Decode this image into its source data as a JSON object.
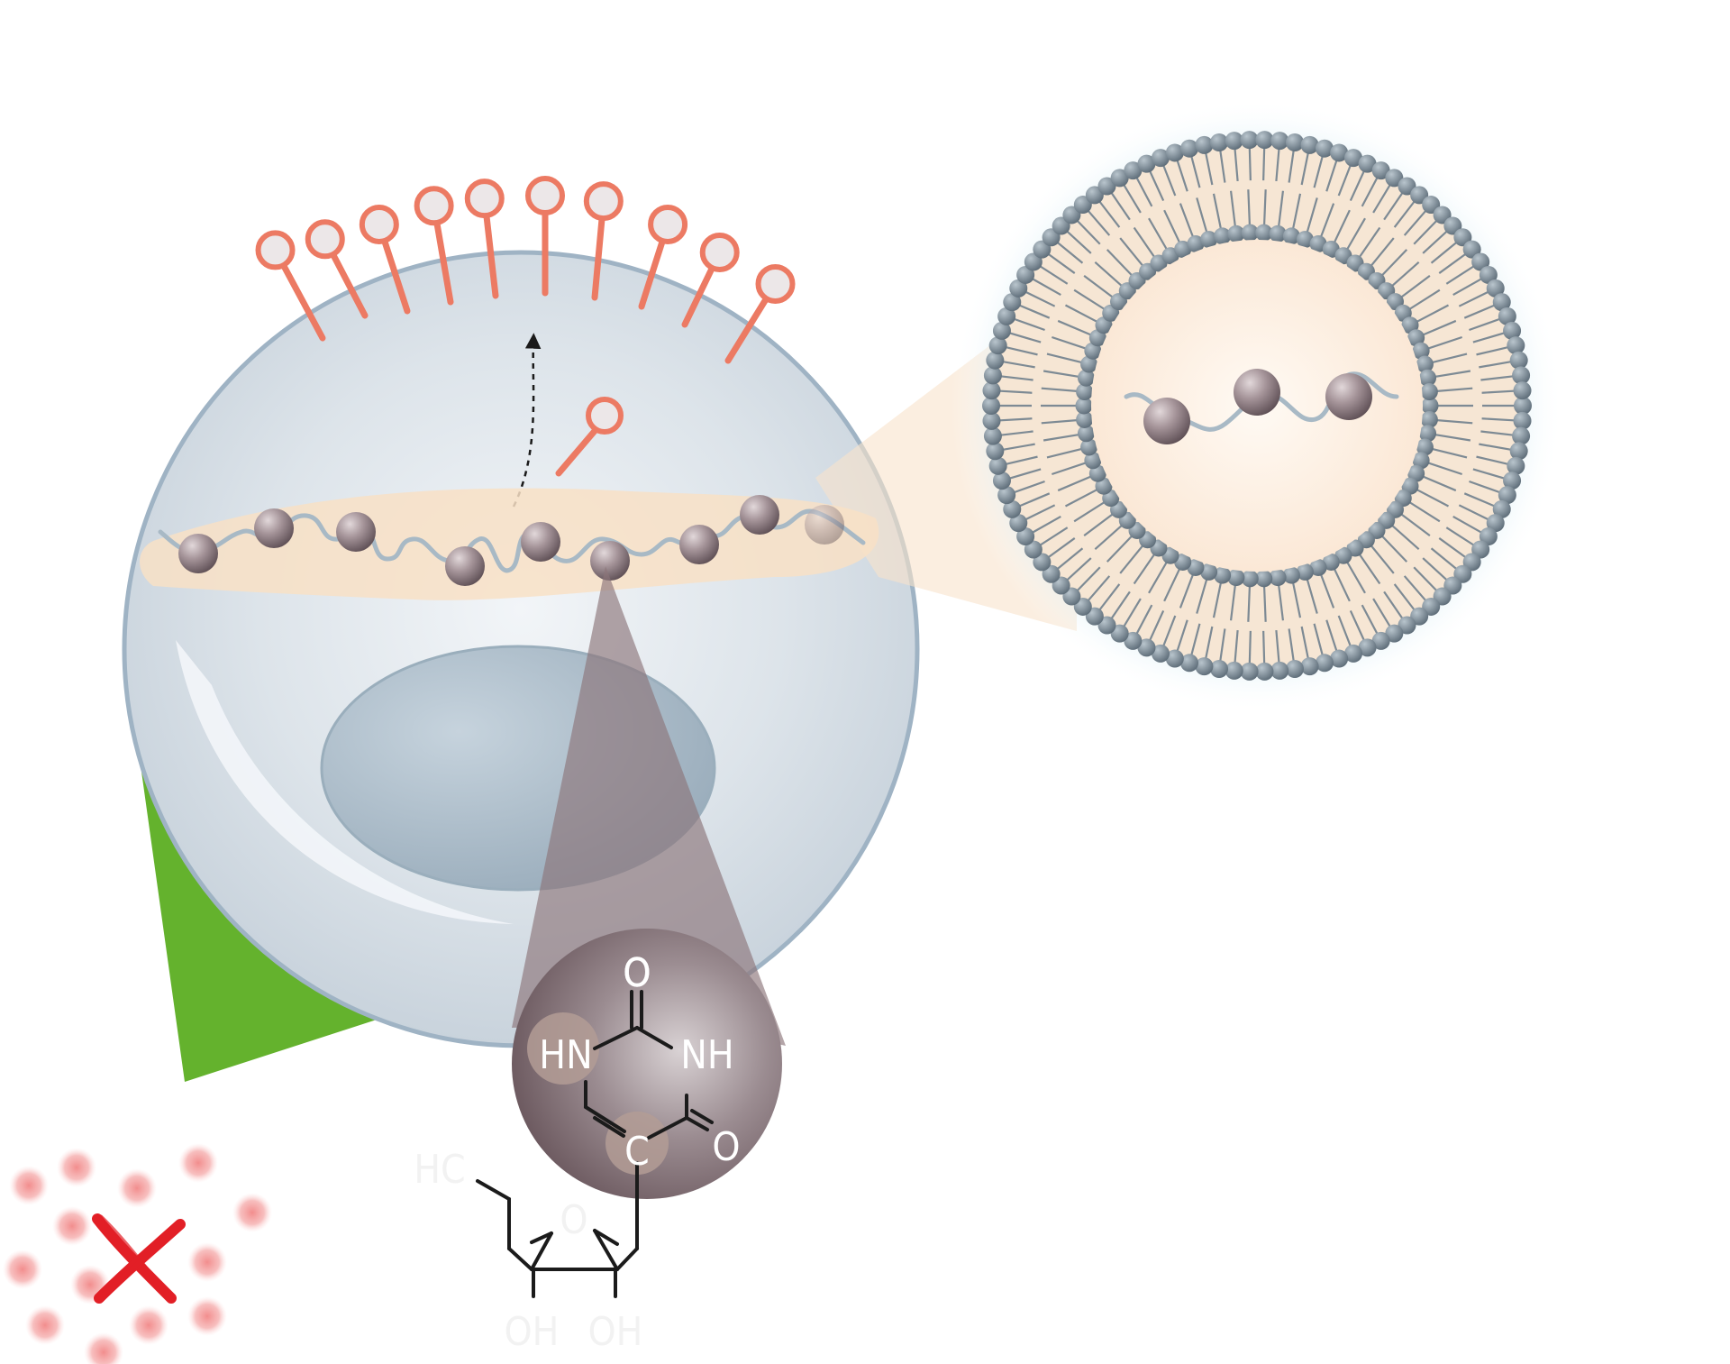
{
  "chem": {
    "o_top": "O",
    "hn": "HN",
    "nh": "NH",
    "o_right": "O",
    "c": "C",
    "hc": "HC",
    "o_ring": "O",
    "oh1": "OH",
    "oh2": "OH"
  },
  "colors": {
    "receptor": "#ec7a63",
    "cell_edge": "#9fb3c4",
    "nucleus": "#a9bac8",
    "green_wedge": "#64b22d",
    "nucleotide_bead": "#8f7f84",
    "liposome_head": "#6f7f8b",
    "cross": "#e21f26"
  },
  "icons": {
    "cross": "red-cross-icon",
    "arrow": "dashed-arrow-icon"
  }
}
